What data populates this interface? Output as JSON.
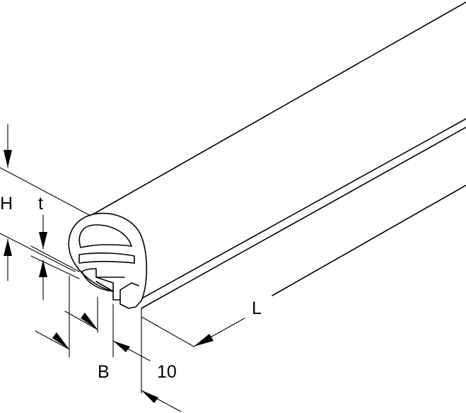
{
  "drawing": {
    "subject": "profile rail",
    "labels": {
      "height": "H",
      "thickness": "t",
      "width": "B",
      "slot": "10",
      "length": "L"
    },
    "line_color": "#000000",
    "background_color": "#ffffff"
  }
}
